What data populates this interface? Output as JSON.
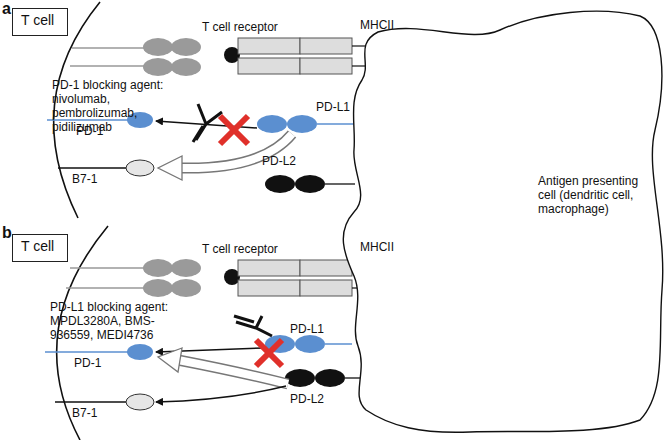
{
  "diagram": {
    "nodes": [
      {
        "text": [
          "T cell"
        ]
      },
      {
        "text": [
          "T cell"
        ]
      },
      {
        "text": [
          "Antigen presenting cell (dendritic cell, macrophage)"
        ]
      }
    ],
    "labels": [
      "a",
      "T cell receptor",
      "MHCII",
      "PD-1 blocking agent: nivolumab, pembrolizumab, pidilizumab",
      "PD-1",
      "PD-L1",
      "PD-L2",
      "B7-1",
      "b",
      "T cell receptor",
      "MHCII",
      "PD-L1 blocking agent: MPDL3280A, BMS-936559, MEDI4736",
      "PD-1",
      "PD-L1",
      "PD-L2",
      "B7-1"
    ]
  }
}
